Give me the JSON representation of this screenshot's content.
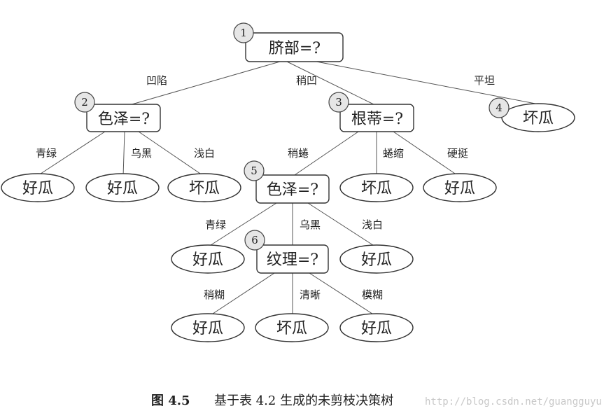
{
  "nodes": {
    "n1": {
      "label": "脐部=?",
      "number": "1"
    },
    "n2": {
      "label": "色泽=?",
      "number": "2"
    },
    "n3": {
      "label": "根蒂=?",
      "number": "3"
    },
    "n4": {
      "label": "坏瓜",
      "number": "4"
    },
    "n5": {
      "label": "色泽=?",
      "number": "5"
    },
    "n6": {
      "label": "纹理=?",
      "number": "6"
    },
    "l1": {
      "label": "好瓜"
    },
    "l2": {
      "label": "好瓜"
    },
    "l3": {
      "label": "坏瓜"
    },
    "l4": {
      "label": "坏瓜"
    },
    "l5": {
      "label": "好瓜"
    },
    "l6": {
      "label": "好瓜"
    },
    "l7": {
      "label": "好瓜"
    },
    "l8": {
      "label": "好瓜"
    },
    "l9": {
      "label": "坏瓜"
    },
    "l10": {
      "label": "好瓜"
    }
  },
  "edges": {
    "e1": "凹陷",
    "e2": "稍凹",
    "e3": "平坦",
    "e4": "青绿",
    "e5": "乌黑",
    "e6": "浅白",
    "e7": "稍蜷",
    "e8": "蜷缩",
    "e9": "硬挺",
    "e10": "青绿",
    "e11": "乌黑",
    "e12": "浅白",
    "e13": "稍糊",
    "e14": "清晰",
    "e15": "模糊"
  },
  "caption": {
    "label": "图 4.5",
    "text": "基于表 4.2 生成的未剪枝决策树"
  },
  "watermark": "http://blog.csdn.net/guangguyu"
}
